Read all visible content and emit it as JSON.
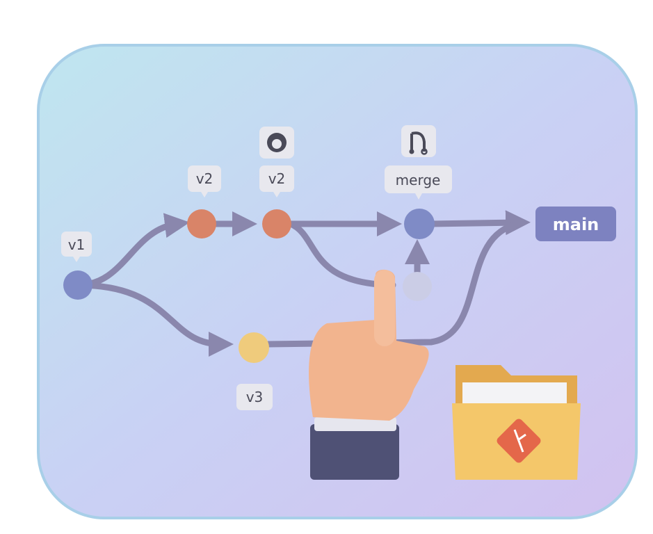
{
  "labels": {
    "v1": "v1",
    "v2a": "v2",
    "v2b": "v2",
    "merge": "merge",
    "v3": "v3",
    "main": "main"
  },
  "icons": [
    "github-icon",
    "merge-icon",
    "hand-pointer-icon",
    "git-folder-icon"
  ],
  "colors": {
    "commit_blue": "#7f8bc6",
    "commit_orange": "#d98468",
    "commit_yellow": "#efcb7c",
    "branch_line": "#8a87ad",
    "main_tag": "#7d82c0"
  }
}
